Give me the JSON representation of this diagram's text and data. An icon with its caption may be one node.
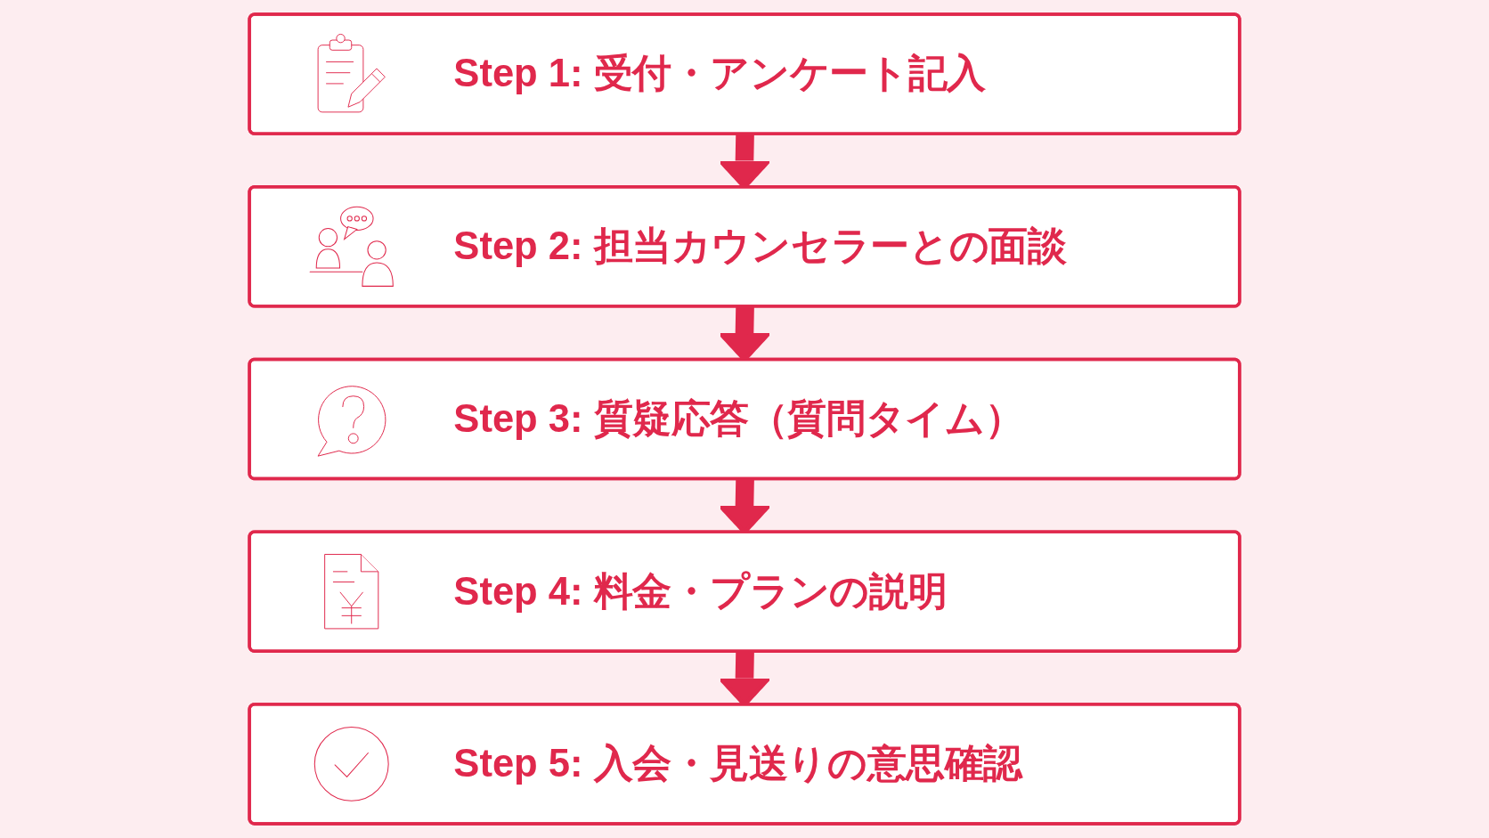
{
  "diagram": {
    "nodes": [
      {
        "text": [
          "Step 1: 受付・アンケート記入"
        ]
      },
      {
        "text": [
          "Step 2: 担当カウンセラーとの面談"
        ]
      },
      {
        "text": [
          "Step 3: 質疑応答（質問タイム）"
        ]
      },
      {
        "text": [
          "Step 4: 料金・プランの説明"
        ]
      },
      {
        "text": [
          "Step 5: 入会・見送りの意思確認"
        ]
      }
    ],
    "edges": [
      {
        "from": 0,
        "to": 1,
        "arrow": "to"
      },
      {
        "from": 1,
        "to": 2,
        "arrow": "to"
      },
      {
        "from": 2,
        "to": 3,
        "arrow": "to"
      },
      {
        "from": 3,
        "to": 4,
        "arrow": "to"
      }
    ]
  }
}
